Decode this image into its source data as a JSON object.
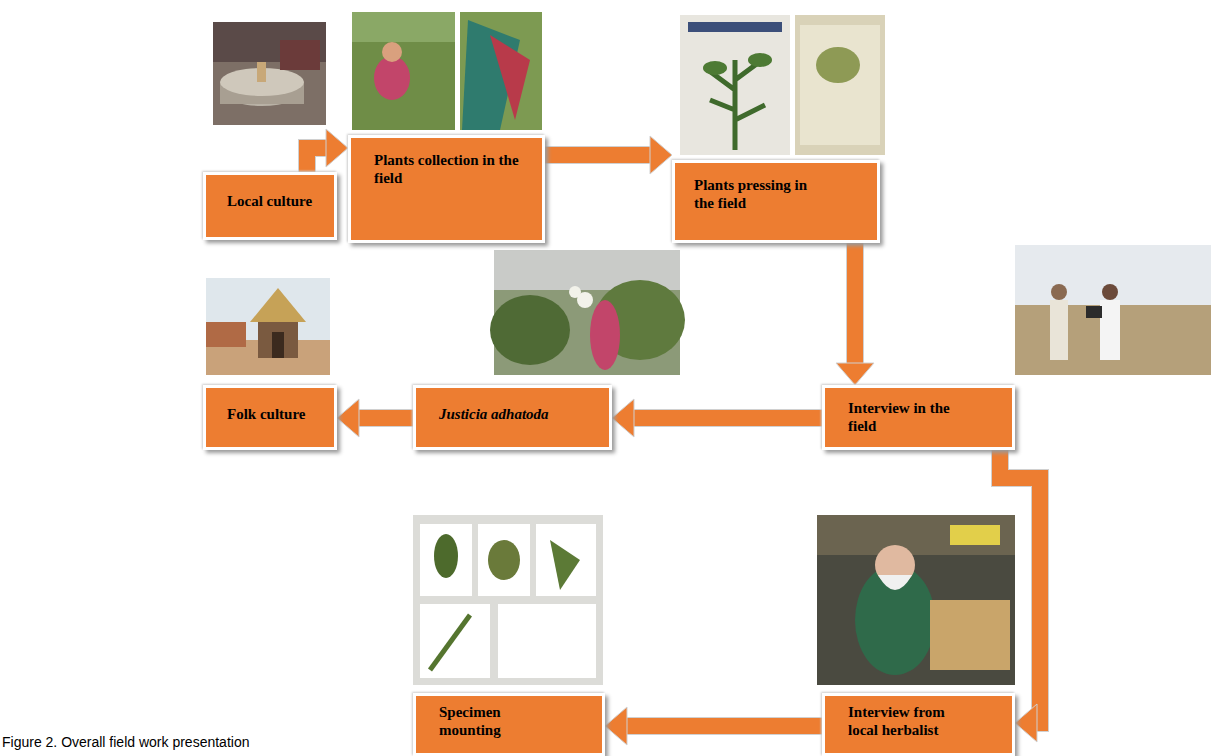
{
  "diagram": {
    "caption": "Figure 2. Overall field work presentation",
    "nodes": [
      {
        "text": [
          "Local culture"
        ]
      },
      {
        "text": [
          "Plants collection in the field"
        ]
      },
      {
        "text": [
          "Plants pressing in the field"
        ]
      },
      {
        "text": [
          "Folk culture"
        ]
      },
      {
        "text": [
          "Justicia adhatoda"
        ]
      },
      {
        "text": [
          "Interview in the field"
        ]
      },
      {
        "text": [
          "Specimen mounting"
        ]
      },
      {
        "text": [
          "Interview from local herbalist"
        ]
      }
    ],
    "edges": [
      {
        "from": 0,
        "to": 1,
        "arrow": "to"
      },
      {
        "from": 1,
        "to": 2,
        "arrow": "to"
      },
      {
        "from": 2,
        "to": 5,
        "arrow": "to"
      },
      {
        "from": 5,
        "to": 7,
        "arrow": "to"
      },
      {
        "from": 7,
        "to": 6,
        "arrow": "to"
      },
      {
        "from": 5,
        "to": 4,
        "arrow": "to"
      },
      {
        "from": 4,
        "to": 3,
        "arrow": "to"
      }
    ]
  }
}
